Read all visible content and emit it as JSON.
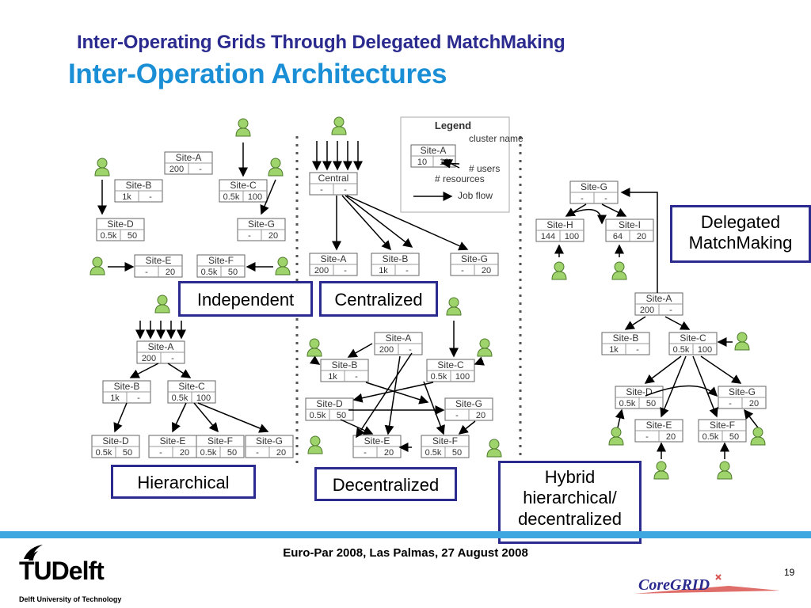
{
  "slide": {
    "title": "Inter-Operating Grids Through Delegated MatchMaking",
    "subtitle": "Inter-Operation Architectures",
    "footer": "Euro-Par 2008, Las Palmas, 27 August 2008",
    "page_number": "19",
    "university_logo_text": "TUDelft",
    "university_name": "Delft University of Technology",
    "partner_logo_text": "CoreGRID"
  },
  "labels": {
    "independent": "Independent",
    "centralized": "Centralized",
    "hierarchical": "Hierarchical",
    "decentralized": "Decentralized",
    "hybrid_line1": "Hybrid",
    "hybrid_line2": "hierarchical/",
    "hybrid_line3": "decentralized",
    "delegated_line1": "Delegated",
    "delegated_line2": "MatchMaking"
  },
  "legend": {
    "title": "Legend",
    "cluster_name": "cluster name",
    "users": "# users",
    "resources": "# resources",
    "job_flow": "Job flow",
    "sample_site": "Site-A",
    "sample_left": "10",
    "sample_right": "10"
  },
  "colors": {
    "title_dark": "#2b2b8f",
    "title_light": "#1a8fd6",
    "user_fill": "#9fd36b",
    "box_border": "#555555",
    "label_border": "#2b2b8f"
  },
  "sites": {
    "independent": [
      {
        "name": "Site-A",
        "r": "200",
        "u": "-"
      },
      {
        "name": "Site-B",
        "r": "1k",
        "u": "-"
      },
      {
        "name": "Site-C",
        "r": "0.5k",
        "u": "100"
      },
      {
        "name": "Site-D",
        "r": "0.5k",
        "u": "50"
      },
      {
        "name": "Site-G",
        "r": "-",
        "u": "20"
      },
      {
        "name": "Site-E",
        "r": "-",
        "u": "20"
      },
      {
        "name": "Site-F",
        "r": "0.5k",
        "u": "50"
      }
    ],
    "centralized": [
      {
        "name": "Central",
        "r": "-",
        "u": "-"
      },
      {
        "name": "Site-A",
        "r": "200",
        "u": "-"
      },
      {
        "name": "Site-B",
        "r": "1k",
        "u": "-"
      },
      {
        "name": "Site-G",
        "r": "-",
        "u": "20"
      }
    ],
    "hierarchical": [
      {
        "name": "Site-A",
        "r": "200",
        "u": "-"
      },
      {
        "name": "Site-B",
        "r": "1k",
        "u": "-"
      },
      {
        "name": "Site-C",
        "r": "0.5k",
        "u": "100"
      },
      {
        "name": "Site-D",
        "r": "0.5k",
        "u": "50"
      },
      {
        "name": "Site-E",
        "r": "-",
        "u": "20"
      },
      {
        "name": "Site-F",
        "r": "0.5k",
        "u": "50"
      },
      {
        "name": "Site-G",
        "r": "-",
        "u": "20"
      }
    ],
    "decentralized": [
      {
        "name": "Site-A",
        "r": "200",
        "u": "-"
      },
      {
        "name": "Site-B",
        "r": "1k",
        "u": "-"
      },
      {
        "name": "Site-C",
        "r": "0.5k",
        "u": "100"
      },
      {
        "name": "Site-D",
        "r": "0.5k",
        "u": "50"
      },
      {
        "name": "Site-G",
        "r": "-",
        "u": "20"
      },
      {
        "name": "Site-E",
        "r": "-",
        "u": "20"
      },
      {
        "name": "Site-F",
        "r": "0.5k",
        "u": "50"
      }
    ],
    "hybrid": [
      {
        "name": "Site-G",
        "r": "-",
        "u": "-"
      },
      {
        "name": "Site-H",
        "r": "144",
        "u": "100"
      },
      {
        "name": "Site-I",
        "r": "64",
        "u": "20"
      },
      {
        "name": "Site-A",
        "r": "200",
        "u": "-"
      },
      {
        "name": "Site-B",
        "r": "1k",
        "u": "-"
      },
      {
        "name": "Site-C",
        "r": "0.5k",
        "u": "100"
      },
      {
        "name": "Site-D",
        "r": "0.5k",
        "u": "50"
      },
      {
        "name": "Site-G",
        "r": "-",
        "u": "20"
      },
      {
        "name": "Site-E",
        "r": "-",
        "u": "20"
      },
      {
        "name": "Site-F",
        "r": "0.5k",
        "u": "50"
      }
    ]
  }
}
